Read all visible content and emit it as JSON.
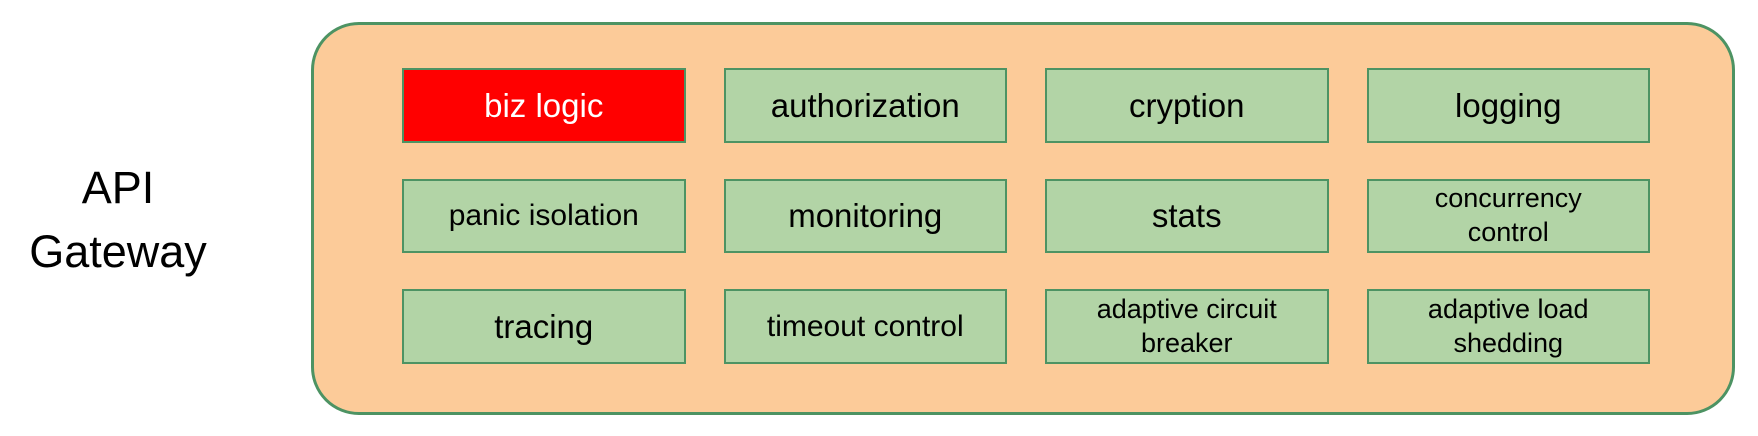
{
  "colors": {
    "page-bg": "#FFFFFF",
    "container-fill": "#FCCB99",
    "container-border": "#4D9363",
    "box-fill": "#B2D4A6",
    "box-border": "#4D9363",
    "highlight-fill": "#FF0000",
    "highlight-text": "#FFFFFF",
    "label-text": "#000000"
  },
  "gateway": {
    "title_lines": [
      "API",
      "Gateway"
    ],
    "items": [
      {
        "label": "biz logic",
        "highlight": true
      },
      {
        "label": "authorization"
      },
      {
        "label": "cryption"
      },
      {
        "label": "logging"
      },
      {
        "label": "panic isolation"
      },
      {
        "label": "monitoring"
      },
      {
        "label": "stats"
      },
      {
        "label": "concurrency\ncontrol"
      },
      {
        "label": "tracing"
      },
      {
        "label": "timeout control"
      },
      {
        "label": "adaptive circuit\nbreaker"
      },
      {
        "label": "adaptive load\nshedding"
      }
    ]
  }
}
